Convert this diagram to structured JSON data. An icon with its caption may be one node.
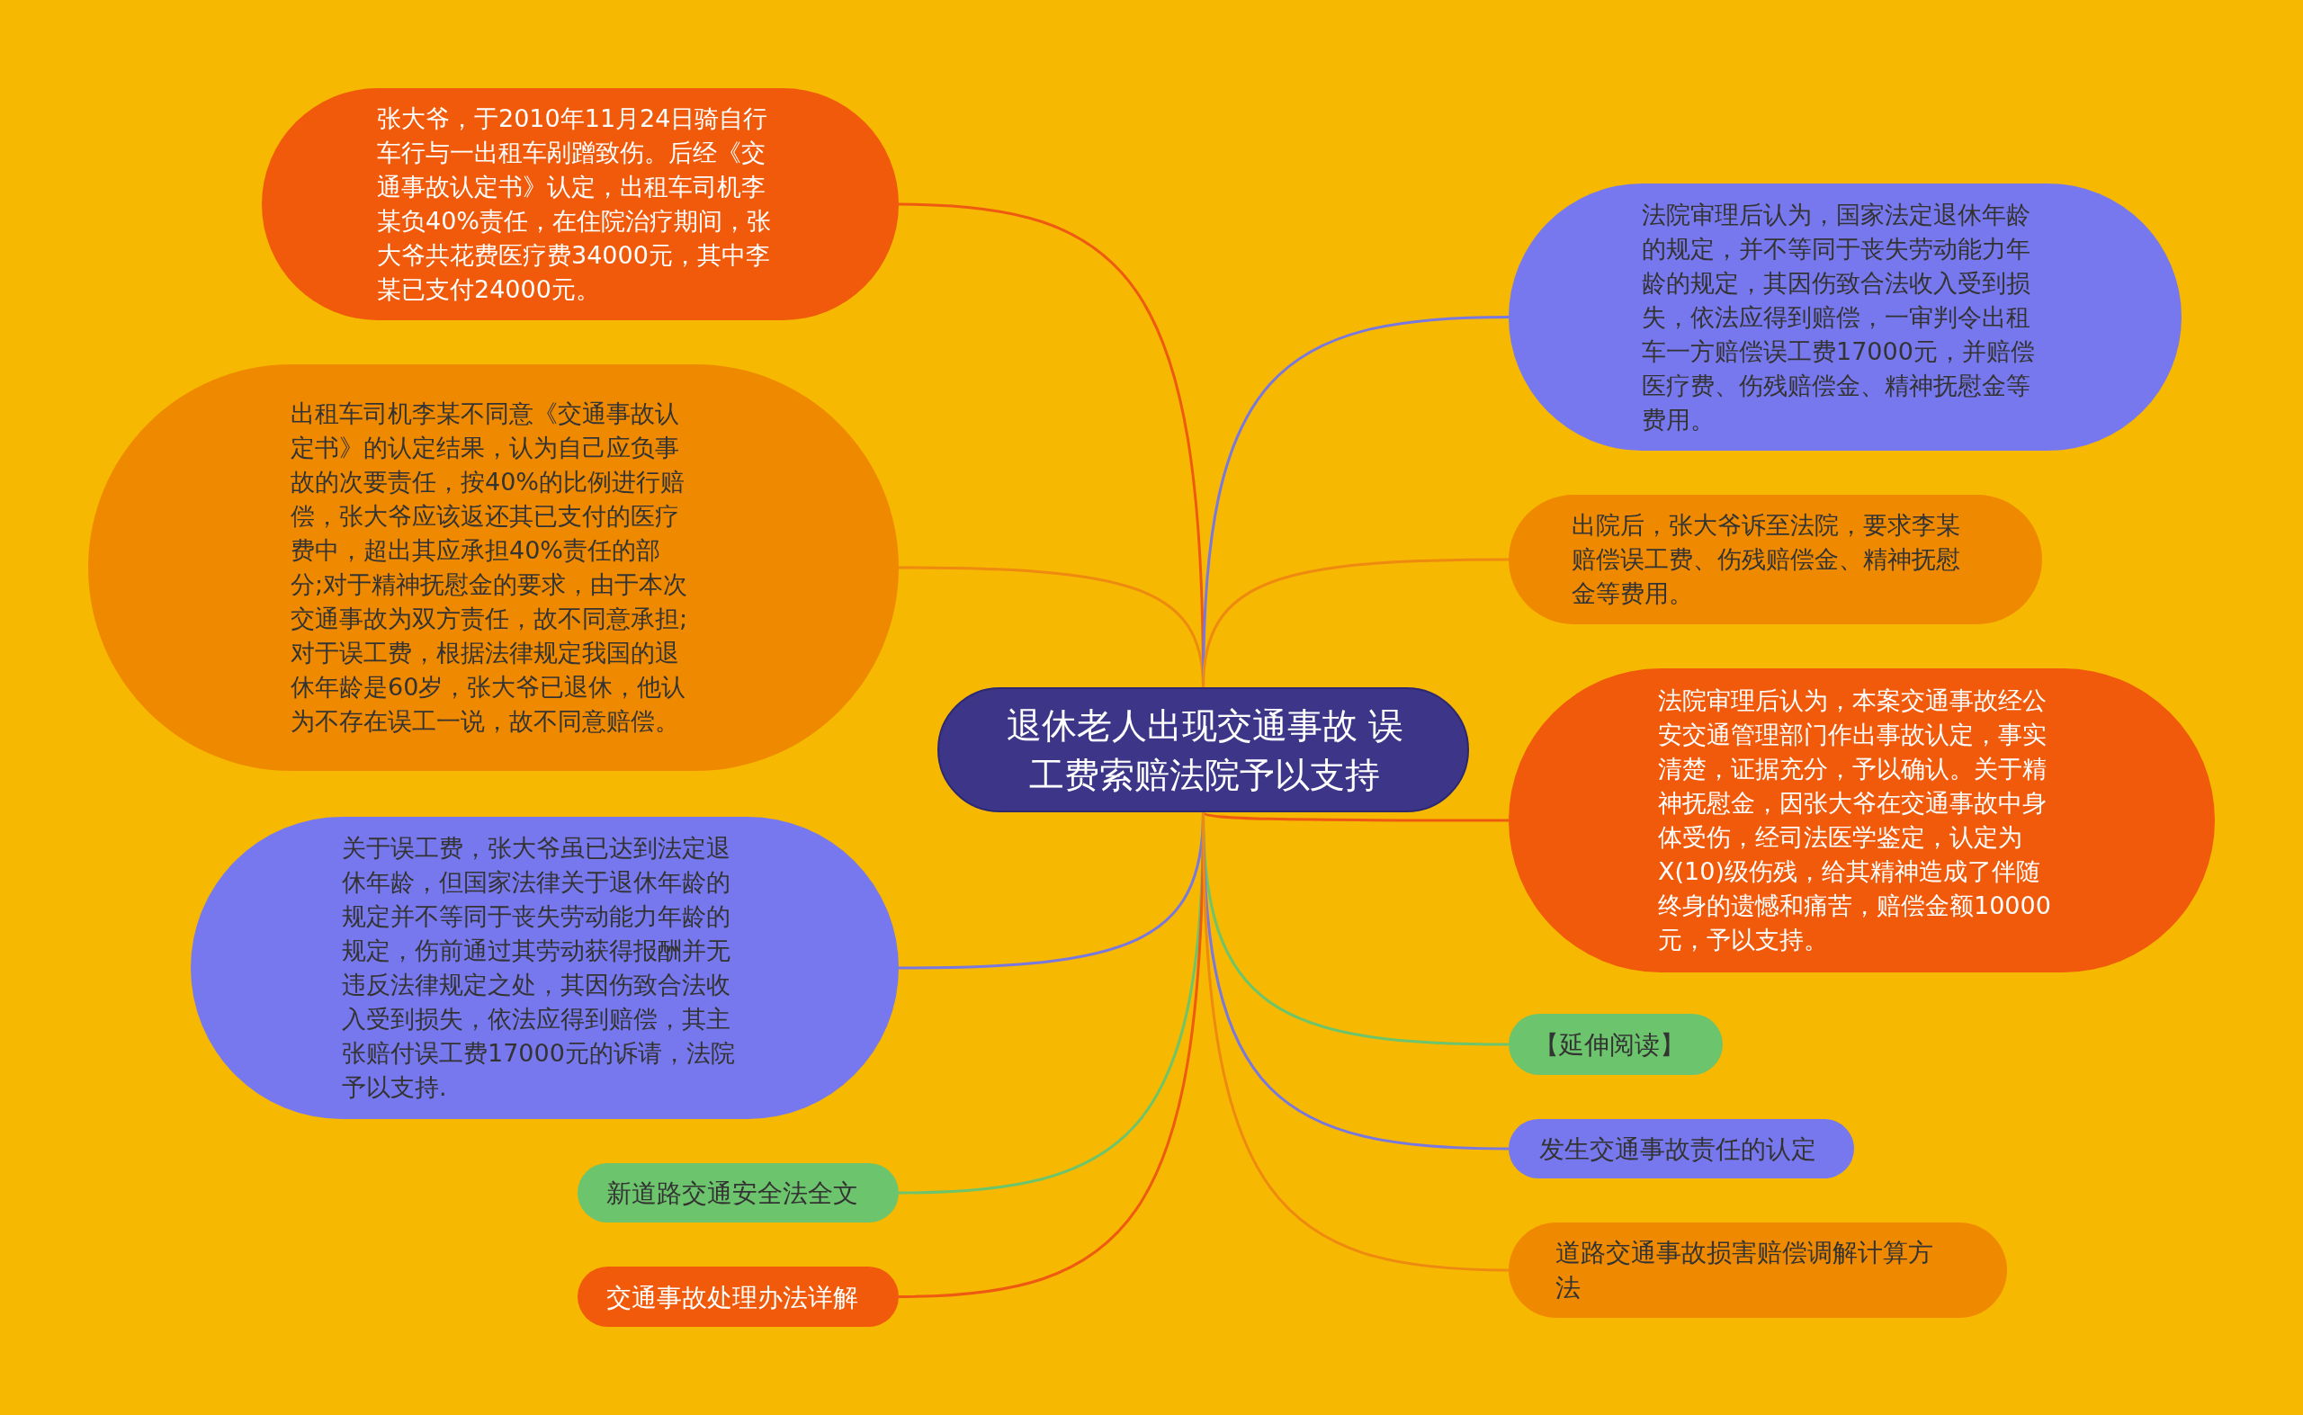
{
  "diagram": {
    "nodes": [
      {
        "text": [
          "退休老人出现交通事故 误工费索赔法院予以支持"
        ]
      },
      {
        "text": [
          "张大爷，于2010年11月24日骑自行车行与一出租车剐蹭致伤。后经《交通事故认定书》认定，出租车司机李某负40%责任，在住院治疗期间，张大爷共花费医疗费34000元，其中李某已支付24000元。"
        ]
      },
      {
        "text": [
          "出租车司机李某不同意《交通事故认定书》的认定结果，认为自己应负事故的次要责任，按40%的比例进行赔偿，张大爷应该返还其已支付的医疗费中，超出其应承担40%责任的部分;对于精神抚慰金的要求，由于本次交通事故为双方责任，故不同意承担;对于误工费，根据法律规定我国的退休年龄是60岁，张大爷已退休，他认为不存在误工一说，故不同意赔偿。"
        ]
      },
      {
        "text": [
          "关于误工费，张大爷虽已达到法定退休年龄，但国家法律关于退休年龄的规定并不等同于丧失劳动能力年龄的规定，伤前通过其劳动获得报酬并无违反法律规定之处，其因伤致合法收入受到损失，依法应得到赔偿，其主张赔付误工费17000元的诉请，法院予以支持."
        ]
      },
      {
        "text": [
          "新道路交通安全法全文"
        ]
      },
      {
        "text": [
          "交通事故处理办法详解"
        ]
      },
      {
        "text": [
          "法院审理后认为，国家法定退休年龄的规定，并不等同于丧失劳动能力年龄的规定，其因伤致合法收入受到损失，依法应得到赔偿，一审判令出租车一方赔偿误工费17000元，并赔偿医疗费、伤残赔偿金、精神抚慰金等费用。"
        ]
      },
      {
        "text": [
          "出院后，张大爷诉至法院，要求李某赔偿误工费、伤残赔偿金、精神抚慰金等费用。"
        ]
      },
      {
        "text": [
          "法院审理后认为，本案交通事故经公安交通管理部门作出事故认定，事实清楚，证据充分，予以确认。关于精神抚慰金，因张大爷在交通事故中身体受伤，经司法医学鉴定，认定为X(10)级伤残，给其精神造成了伴随终身的遗憾和痛苦，赔偿金额10000元，予以支持。"
        ]
      },
      {
        "text": [
          "【延伸阅读】"
        ]
      },
      {
        "text": [
          "发生交通事故责任的认定"
        ]
      },
      {
        "text": [
          "道路交通事故损害赔偿调解计算方法"
        ]
      }
    ],
    "edges": [
      {
        "from": 0,
        "to": 1,
        "arrow": "none",
        "color": "#ee5a12"
      },
      {
        "from": 0,
        "to": 2,
        "arrow": "none",
        "color": "#ee8a10"
      },
      {
        "from": 0,
        "to": 3,
        "arrow": "none",
        "color": "#7878e0"
      },
      {
        "from": 0,
        "to": 4,
        "arrow": "none",
        "color": "#6cc46c"
      },
      {
        "from": 0,
        "to": 5,
        "arrow": "none",
        "color": "#ee5a12"
      },
      {
        "from": 0,
        "to": 6,
        "arrow": "none",
        "color": "#7878e0"
      },
      {
        "from": 0,
        "to": 7,
        "arrow": "none",
        "color": "#ee8a10"
      },
      {
        "from": 0,
        "to": 8,
        "arrow": "none",
        "color": "#ee5a12"
      },
      {
        "from": 0,
        "to": 9,
        "arrow": "none",
        "color": "#6cc46c"
      },
      {
        "from": 0,
        "to": 10,
        "arrow": "none",
        "color": "#7878e0"
      },
      {
        "from": 0,
        "to": 11,
        "arrow": "none",
        "color": "#ee8a10"
      }
    ]
  }
}
